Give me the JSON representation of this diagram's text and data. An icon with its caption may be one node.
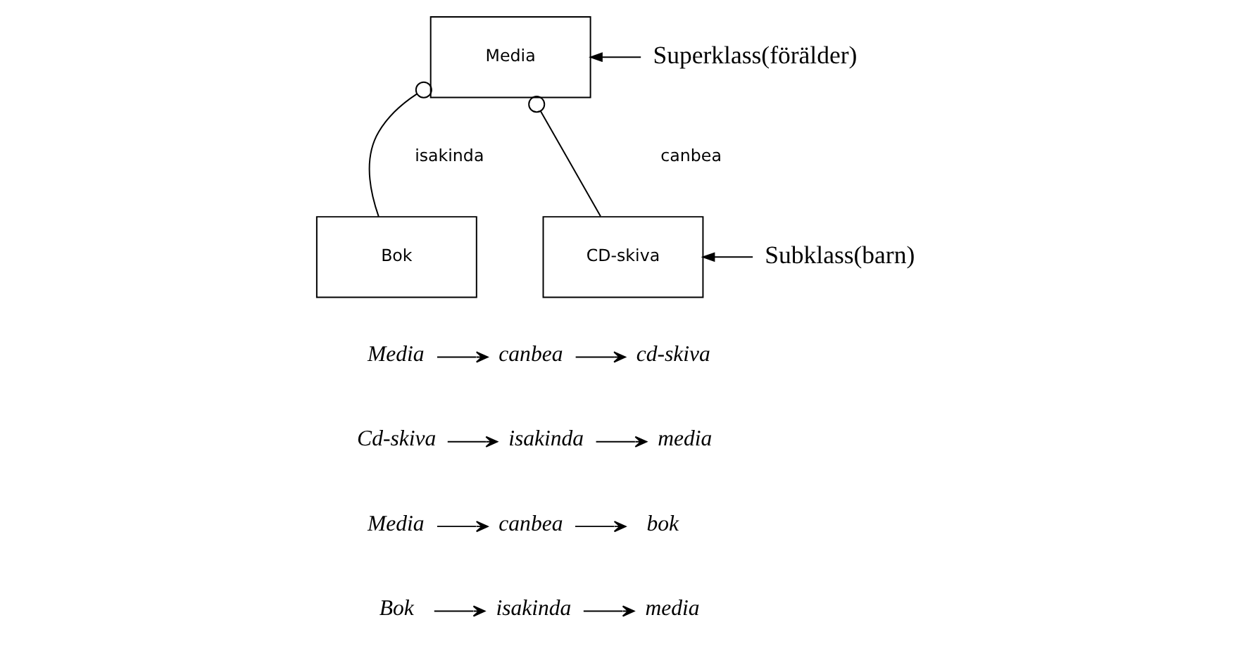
{
  "diagram": {
    "nodes": [
      {
        "text": [
          "Media"
        ]
      },
      {
        "text": [
          "Bok"
        ]
      },
      {
        "text": [
          "CD-skiva"
        ]
      },
      {
        "text": [
          "Superklass(förälder)"
        ]
      },
      {
        "text": [
          "Subklass(barn)"
        ]
      },
      {
        "text": [
          "Media"
        ]
      },
      {
        "text": [
          "canbea"
        ]
      },
      {
        "text": [
          "cd-skiva"
        ]
      },
      {
        "text": [
          "Cd-skiva"
        ]
      },
      {
        "text": [
          "isakinda"
        ]
      },
      {
        "text": [
          "media"
        ]
      },
      {
        "text": [
          "Media"
        ]
      },
      {
        "text": [
          "canbea"
        ]
      },
      {
        "text": [
          "bok"
        ]
      },
      {
        "text": [
          "Bok"
        ]
      },
      {
        "text": [
          "isakinda"
        ]
      },
      {
        "text": [
          "media"
        ]
      }
    ],
    "edges": [
      {
        "from": 0,
        "to": 1,
        "arrow": "other"
      },
      {
        "from": 0,
        "to": 2,
        "arrow": "other"
      },
      {
        "from": 3,
        "to": 0,
        "arrow": "to"
      },
      {
        "from": 4,
        "to": 2,
        "arrow": "to"
      },
      {
        "from": 5,
        "to": 6,
        "arrow": "to"
      },
      {
        "from": 6,
        "to": 7,
        "arrow": "to"
      },
      {
        "from": 8,
        "to": 9,
        "arrow": "to"
      },
      {
        "from": 9,
        "to": 10,
        "arrow": "to"
      },
      {
        "from": 11,
        "to": 12,
        "arrow": "to"
      },
      {
        "from": 12,
        "to": 13,
        "arrow": "to"
      },
      {
        "from": 14,
        "to": 15,
        "arrow": "to"
      },
      {
        "from": 15,
        "to": 16,
        "arrow": "to"
      }
    ],
    "labels": [
      "isakinda",
      "canbea"
    ]
  }
}
